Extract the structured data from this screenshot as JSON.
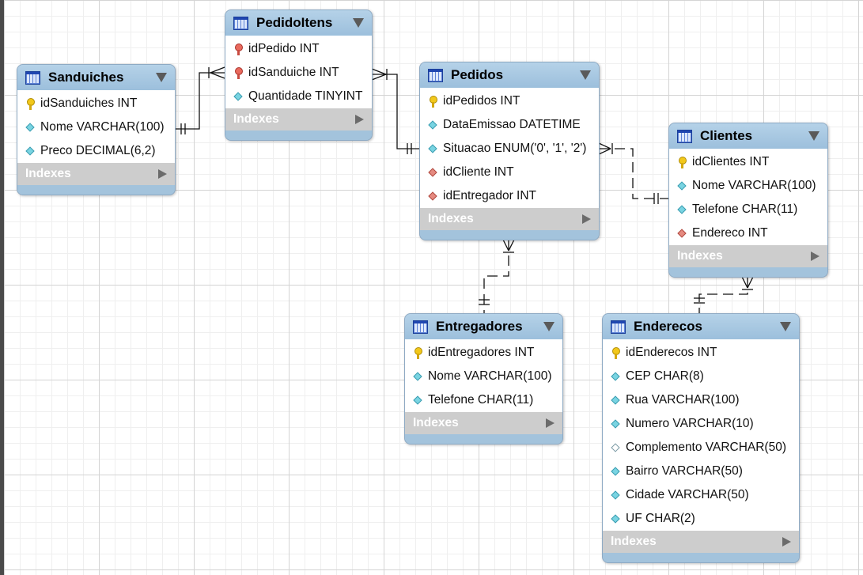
{
  "indexes_label": "Indexes",
  "tables": {
    "sanduiches": {
      "title": "Sanduiches",
      "columns": [
        {
          "text": "idSanduiches INT",
          "icon": "primary-key-icon"
        },
        {
          "text": "Nome VARCHAR(100)",
          "icon": "column-diamond-icon"
        },
        {
          "text": "Preco DECIMAL(6,2)",
          "icon": "column-diamond-icon"
        }
      ]
    },
    "pedidoitens": {
      "title": "PedidoItens",
      "columns": [
        {
          "text": "idPedido INT",
          "icon": "foreign-primary-key-icon"
        },
        {
          "text": "idSanduiche INT",
          "icon": "foreign-primary-key-icon"
        },
        {
          "text": "Quantidade TINYINT",
          "icon": "column-diamond-icon"
        }
      ]
    },
    "pedidos": {
      "title": "Pedidos",
      "columns": [
        {
          "text": "idPedidos INT",
          "icon": "primary-key-icon"
        },
        {
          "text": "DataEmissao DATETIME",
          "icon": "column-diamond-icon"
        },
        {
          "text": "Situacao ENUM('0', '1', '2')",
          "icon": "column-diamond-icon"
        },
        {
          "text": "idCliente INT",
          "icon": "foreign-key-diamond-icon"
        },
        {
          "text": "idEntregador INT",
          "icon": "foreign-key-diamond-icon"
        }
      ]
    },
    "clientes": {
      "title": "Clientes",
      "columns": [
        {
          "text": "idClientes INT",
          "icon": "primary-key-icon"
        },
        {
          "text": "Nome VARCHAR(100)",
          "icon": "column-diamond-icon"
        },
        {
          "text": "Telefone CHAR(11)",
          "icon": "column-diamond-icon"
        },
        {
          "text": "Endereco INT",
          "icon": "foreign-key-diamond-icon"
        }
      ]
    },
    "entregadores": {
      "title": "Entregadores",
      "columns": [
        {
          "text": "idEntregadores INT",
          "icon": "primary-key-icon"
        },
        {
          "text": "Nome VARCHAR(100)",
          "icon": "column-diamond-icon"
        },
        {
          "text": "Telefone CHAR(11)",
          "icon": "column-diamond-icon"
        }
      ]
    },
    "enderecos": {
      "title": "Enderecos",
      "columns": [
        {
          "text": "idEnderecos INT",
          "icon": "primary-key-icon"
        },
        {
          "text": "CEP CHAR(8)",
          "icon": "column-diamond-icon"
        },
        {
          "text": "Rua VARCHAR(100)",
          "icon": "column-diamond-icon"
        },
        {
          "text": "Numero VARCHAR(10)",
          "icon": "column-diamond-icon"
        },
        {
          "text": "Complemento VARCHAR(50)",
          "icon": "nullable-column-diamond-icon"
        },
        {
          "text": "Bairro VARCHAR(50)",
          "icon": "column-diamond-icon"
        },
        {
          "text": "Cidade VARCHAR(50)",
          "icon": "column-diamond-icon"
        },
        {
          "text": "UF CHAR(2)",
          "icon": "column-diamond-icon"
        }
      ]
    }
  },
  "relationships": [
    {
      "from": "Sanduiches",
      "to": "PedidoItens",
      "style": "identifying"
    },
    {
      "from": "Pedidos",
      "to": "PedidoItens",
      "style": "identifying"
    },
    {
      "from": "Clientes",
      "to": "Pedidos",
      "style": "non-identifying"
    },
    {
      "from": "Entregadores",
      "to": "Pedidos",
      "style": "non-identifying"
    },
    {
      "from": "Enderecos",
      "to": "Clientes",
      "style": "non-identifying"
    }
  ]
}
